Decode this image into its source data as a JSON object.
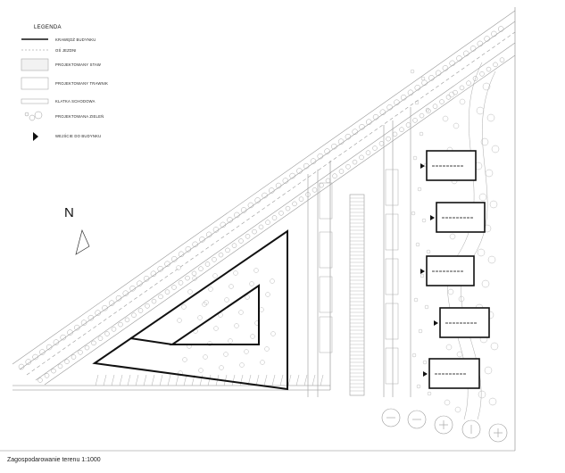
{
  "legend": {
    "title": "LEGENDA",
    "items": [
      {
        "label": "KRAWĘDŹ BUDYNKU",
        "symbol": "thick-line"
      },
      {
        "label": "OŚ JEZDNI",
        "symbol": "dashed-line"
      },
      {
        "label": "PROJEKTOWANY STAW",
        "symbol": "shaded-box"
      },
      {
        "label": "PROJEKTOWANY TRAWNIK",
        "symbol": "empty-box"
      },
      {
        "label": "KLATKA SCHODOWA",
        "symbol": "hatched-strip"
      },
      {
        "label": "PROJEKTOWANA ZIELEŃ",
        "symbol": "tree-circles"
      },
      {
        "label": "WEJŚCIE DO BUDYNKU",
        "symbol": "arrow-triangle"
      }
    ]
  },
  "north_label": "N",
  "caption": "Zagospodarowanie terenu 1:1000",
  "colors": {
    "line": "#111111",
    "light_line": "#9a9a9a",
    "pond": "#f2f2f2"
  }
}
